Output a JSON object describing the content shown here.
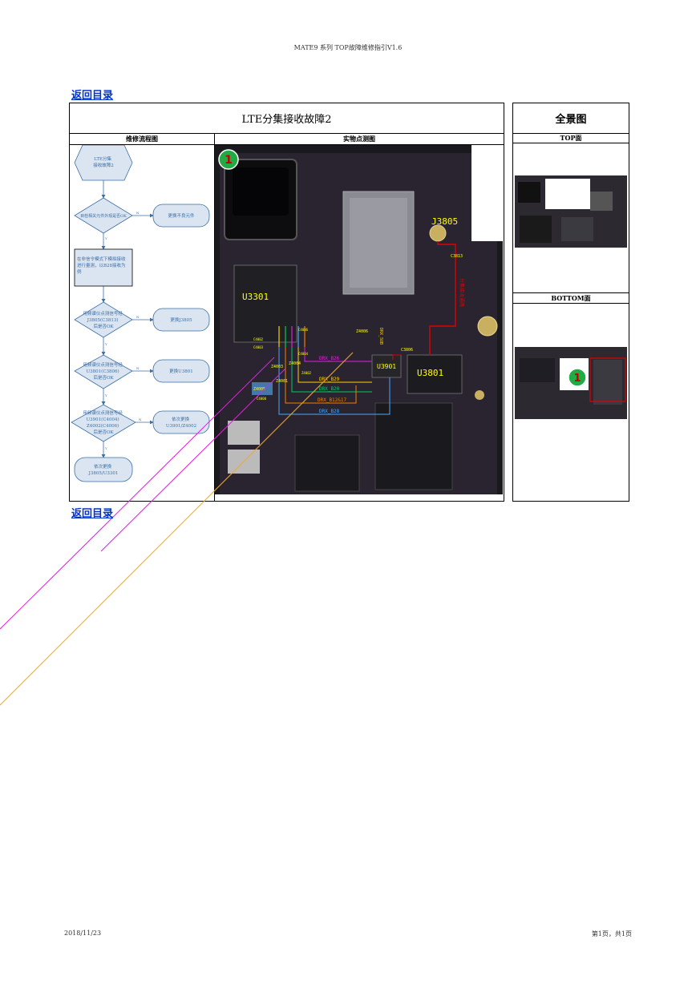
{
  "header": {
    "text": "MATE9 系列 TOP故障维修指引V1.6"
  },
  "nav": {
    "back_top": "返回目录",
    "back_bottom": "返回目录"
  },
  "main_table": {
    "title": "LTE分集接收故障2",
    "col_flow": "维修流程图",
    "col_photo": "实物点测图"
  },
  "side_table": {
    "title": "全景图",
    "top_label": "TOP面",
    "bottom_label": "BOTTOM面"
  },
  "flowchart": {
    "start": [
      "LTE分集",
      "接收故障2"
    ],
    "check1": "目检相关元件外观是否OK",
    "action1": "更换不良元件",
    "step2": [
      "在非信令模式下模拟接收",
      "进行量测，以B28接收为",
      "例"
    ],
    "check3": [
      "用频谱仪点测信号经",
      "J3805(C3813)",
      "后是否OK"
    ],
    "action3": "更换J3805",
    "check4": [
      "用频谱仪点测信号经",
      "U3801(C3806)",
      "后是否OK"
    ],
    "action4": "更换U3801",
    "check5": [
      "用频谱仪点测信号经",
      "U3901(C4004)",
      "Z4002(C4006)",
      "后是否OK"
    ],
    "action5": [
      "依次更换",
      "U3901/Z4002"
    ],
    "end": [
      "依次更换",
      "J3805/U3301"
    ],
    "mark_n": "N",
    "mark_y": "Y"
  },
  "pcb": {
    "badge": "1",
    "labels": {
      "u3301": "U3301",
      "j3805": "J3805",
      "u3801": "U3801",
      "u3901": "U3901",
      "c3813": "C3813",
      "c3806": "C3806",
      "z4001": "Z4001",
      "z4002": "Z4002",
      "z4003": "Z4003",
      "z4004": "Z4004",
      "z4005": "Z4005",
      "z4006": "Z4006",
      "c4004": "C4004",
      "c4006": "C4006",
      "c4008": "C4008",
      "c4002": "C4002",
      "c4003": "C4003",
      "drx_b26": "DRX_B26",
      "drx_b29": "DRX_B29",
      "drx_b20": "DRX_B20",
      "drx_b12": "DRX_B12&17",
      "drx_b28": "DRX_B28",
      "drx_sub": "DRX_SUB",
      "red_path": "分集接收通路"
    }
  },
  "bottom_badge": "1",
  "footer": {
    "date": "2018/11/23",
    "page": "第1页，共1页"
  },
  "colors": {
    "link": "#0033cc",
    "flow": "#3a6ea5",
    "pcb_label": "#ffff00",
    "red_path": "#e00000",
    "magenta": "#e020e0",
    "orange": "#f0a000",
    "green_badge": "#22aa44"
  }
}
